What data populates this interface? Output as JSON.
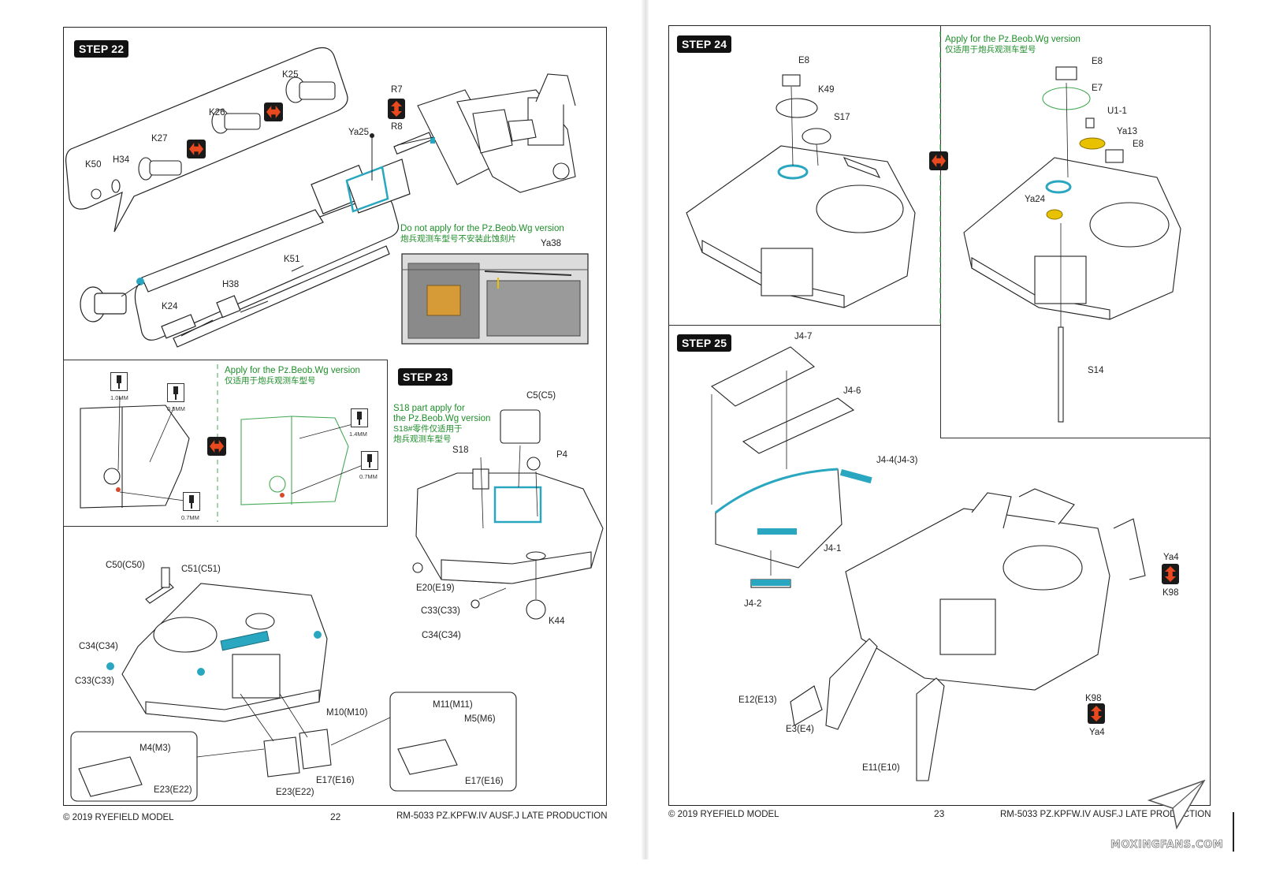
{
  "colors": {
    "accent_green": "#1e8e2a",
    "part_cyan": "#2aa7c0",
    "flip_icon": "#e8491e",
    "decal_yellow": "#e8c200"
  },
  "left_page": {
    "step22": {
      "badge": "STEP 22",
      "labels": [
        "K25",
        "K26",
        "K27",
        "K50",
        "H34",
        "Ya25",
        "R7",
        "R8",
        "K51",
        "H38",
        "K24",
        "Ya38"
      ],
      "note_en": "Do not apply for the Pz.Beob.Wg version",
      "note_zh": "炮兵观测车型号不安装此蚀刻片"
    },
    "drill_panel": {
      "sizes": [
        "1.0MM",
        "0.5MM",
        "0.7MM",
        "1.4MM",
        "0.7MM"
      ],
      "note_en": "Apply for the Pz.Beob.Wg version",
      "note_zh": "仅适用于炮兵观测车型号"
    },
    "step23": {
      "badge": "STEP 23",
      "note_en_1": "S18 part apply for",
      "note_en_2": "the Pz.Beob.Wg version",
      "note_zh_1": "S18#零件仅适用于",
      "note_zh_2": "炮兵观测车型号",
      "labels": [
        "C5(C5)",
        "S18",
        "P4",
        "E20(E19)",
        "C33(C33)",
        "C34(C34)",
        "K44"
      ]
    },
    "bottom": {
      "labels": [
        "C50(C50)",
        "C51(C51)",
        "C34(C34)",
        "C33(C33)",
        "M4(M3)",
        "E23(E22)",
        "E23(E22)",
        "M10(M10)",
        "E17(E16)",
        "M11(M11)",
        "M5(M6)",
        "E17(E16)"
      ]
    },
    "footer_left": "© 2019 RYEFIELD MODEL",
    "page_number": "22",
    "footer_right": "RM-5033 PZ.KPFW.IV AUSF.J LATE PRODUCTION"
  },
  "right_page": {
    "step24": {
      "badge": "STEP 24",
      "note_en": "Apply for the Pz.Beob.Wg version",
      "note_zh": "仅适用于炮兵观测车型号",
      "labels": [
        "E8",
        "K49",
        "S17",
        "E8",
        "E7",
        "U1-1",
        "Ya13",
        "E8",
        "Ya24",
        "S14"
      ]
    },
    "step25": {
      "badge": "STEP 25",
      "labels": [
        "J4-7",
        "J4-6",
        "J4-4(J4-3)",
        "J4-1",
        "J4-2",
        "Ya4",
        "K98",
        "E12(E13)",
        "E3(E4)",
        "E11(E10)",
        "K98",
        "Ya4"
      ]
    },
    "footer_left": "© 2019 RYEFIELD MODEL",
    "page_number": "23",
    "footer_right": "RM-5033 PZ.KPFW.IV AUSF.J LATE PRODUCTION",
    "watermark": "MOXINGFANS.COM"
  }
}
